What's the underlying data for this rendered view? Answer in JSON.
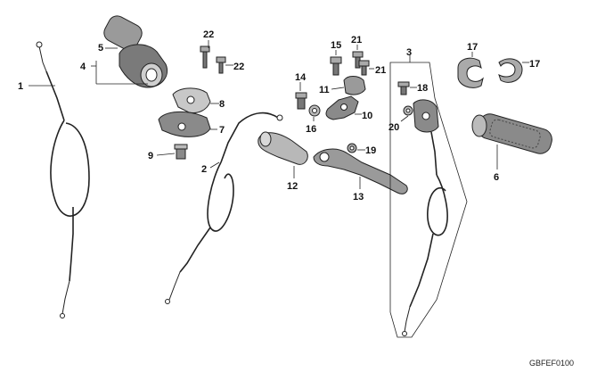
{
  "diagram": {
    "code": "GBFEF0100",
    "labels": {
      "p1": "1",
      "p2": "2",
      "p3": "3",
      "p4": "4",
      "p5": "5",
      "p6": "6",
      "p7": "7",
      "p8": "8",
      "p9": "9",
      "p10": "10",
      "p11": "11",
      "p12": "12",
      "p13": "13",
      "p14": "14",
      "p15": "15",
      "p16": "16",
      "p17a": "17",
      "p17b": "17",
      "p18": "18",
      "p19": "19",
      "p20": "20",
      "p21a": "21",
      "p21b": "21",
      "p22a": "22",
      "p22b": "22"
    },
    "colors": {
      "line": "#222222",
      "part_fill": "#9a9a9a",
      "dark_fill": "#555555",
      "light_fill": "#cfcfcf"
    }
  }
}
